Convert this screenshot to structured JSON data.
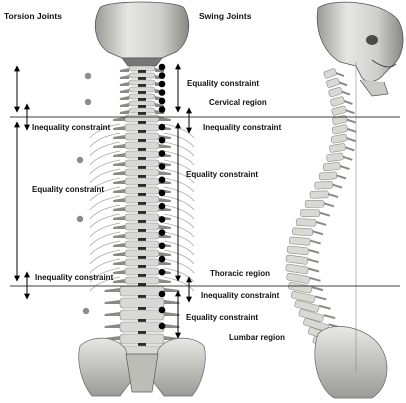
{
  "headers": {
    "torsion": "Torsion Joints",
    "swing": "Swing Joints"
  },
  "labels": {
    "cervical_equality": "Equality constraint",
    "cervical_region": "Cervical region",
    "left_top_inequality": "Inequality constraint",
    "right_top_inequality": "Inequality constraint",
    "left_thoracic_equality": "Equality constraint",
    "right_thoracic_equality": "Equality constraint",
    "left_mid_inequality": "Inequality constraint",
    "thoracic_region": "Thoracic region",
    "right_mid_inequality": "Inequality constraint",
    "lumbar_equality": "Equality constraint",
    "lumbar_region": "Lumbar region"
  },
  "colors": {
    "bone": "#d8d8d4",
    "bone_shade": "#8a8a86",
    "bone_dark": "#2b2b2b",
    "torsion_dot": "#8c8c8c",
    "swing_dot": "#000000",
    "line": "#000000"
  }
}
